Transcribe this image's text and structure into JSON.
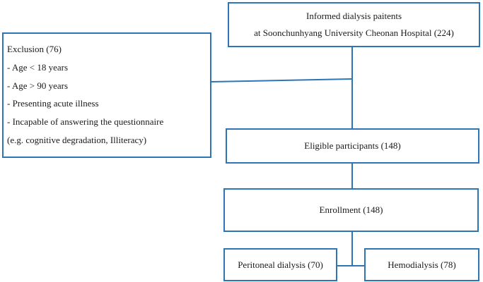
{
  "informed": {
    "line1": "Informed dialysis paitents",
    "line2": "at Soonchunhyang University Cheonan Hospital (224)"
  },
  "exclusion": {
    "lines": [
      "Exclusion (76)",
      "- Age < 18 years",
      "- Age > 90 years",
      "- Presenting acute illness",
      "- Incapable of answering the questionnaire",
      "(e.g. cognitive degradation, Illiteracy)"
    ]
  },
  "eligible": {
    "label": "Eligible participants (148)"
  },
  "enrollment": {
    "label": "Enrollment (148)"
  },
  "peritoneal": {
    "label": "Peritoneal dialysis (70)"
  },
  "hemodialysis": {
    "label": "Hemodialysis (78)"
  },
  "colors": {
    "box_border": "#2e75b6",
    "connector": "#2e75b6"
  }
}
